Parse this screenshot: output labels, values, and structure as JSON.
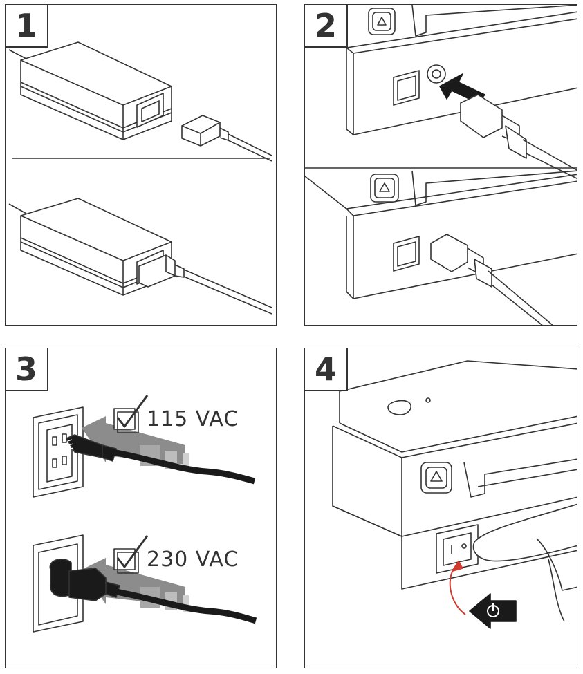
{
  "steps": [
    {
      "number": "1"
    },
    {
      "number": "2"
    },
    {
      "number": "3"
    },
    {
      "number": "4"
    }
  ],
  "voltages": {
    "us": "115 VAC",
    "eu": "230 VAC"
  },
  "colors": {
    "line": "#333333",
    "arrow_gray": "#8c8c8c",
    "arrow_light": "#bdbdbd",
    "accent_red": "#d23a2e",
    "black": "#1a1a1a"
  }
}
